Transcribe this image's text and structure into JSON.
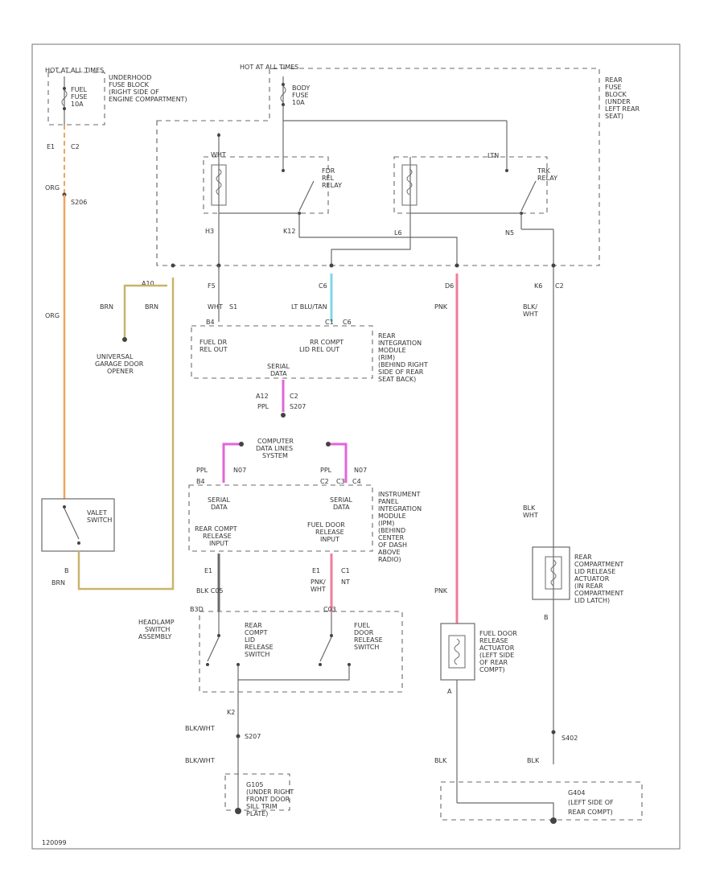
{
  "colors": {
    "orange": "#f3a35c",
    "tan": "#c9b46a",
    "cyan": "#7fd6e6",
    "pink": "#f07d9b",
    "magenta": "#e166d8"
  },
  "labels": {
    "hotAtAllTimesLeft": "HOT AT ALL TIMES",
    "underhoodFuseBlock": [
      "UNDERHOOD",
      "FUSE BLOCK",
      "(RIGHT SIDE OF",
      "ENGINE COMPARTMENT)"
    ],
    "fuelFuse": [
      "FUEL",
      "FUSE",
      "10A"
    ],
    "hotAtAllTimesTop": "HOT AT ALL TIMES",
    "bodyFuse": [
      "BODY",
      "FUSE",
      "10A"
    ],
    "rearFuseBlock": [
      "REAR",
      "FUSE",
      "BLOCK",
      "(UNDER",
      "LEFT REAR",
      "SEAT)"
    ],
    "e1c2": [
      "E1",
      "C2"
    ],
    "org1": "ORG",
    "s206": "S206",
    "org2": "ORG",
    "a10": "A10",
    "brn1": "BRN",
    "brn2": "BRN",
    "universalGarageDoorOpener": [
      "UNIVERSAL",
      "GARAGE DOOR",
      "OPENER"
    ],
    "valetSwitch": [
      "VALET",
      "SWITCH"
    ],
    "pinB": "B",
    "brn3": "BRN",
    "h3": "H3",
    "k12": "K12",
    "l6": "L6",
    "n5": "N5",
    "fdrRelRelay": [
      "FDR",
      "REL",
      "RELAY"
    ],
    "trkRelay": [
      "TRK",
      "RELAY"
    ],
    "wht1": "WHT",
    "ltn": "LTN",
    "f5": "F5",
    "whtS1": [
      "WHT",
      "S1"
    ],
    "c6": "C6",
    "ltBluTan": "LT BLU/TAN",
    "d6": "D6",
    "pnk1": "PNK",
    "k6c2": [
      "K6",
      "C2"
    ],
    "blkWht1": [
      "BLK/",
      "WHT"
    ],
    "b4c1c6": [
      "B4",
      "C1",
      "C6"
    ],
    "fuelDrRelOut": [
      "FUEL DR",
      "REL OUT"
    ],
    "rrComptLidRelOut": [
      "RR COMPT",
      "LID REL OUT"
    ],
    "rearIntegrationModule": [
      "REAR",
      "INTEGRATION",
      "MODULE",
      "(RIM)",
      "(BEHIND RIGHT",
      "SIDE OF REAR",
      "SEAT BACK)"
    ],
    "serialData1": [
      "SERIAL",
      "DATA"
    ],
    "a12c2": [
      "A12",
      "C2"
    ],
    "ppl1": "PPL",
    "s207": "S207",
    "computerDataLinesSystem": [
      "COMPUTER",
      "DATA LINES",
      "SYSTEM"
    ],
    "ppl2": "PPL",
    "n07": "N07",
    "ppl3": "PPL",
    "n07b": "N07",
    "b4c2c3c4": [
      "B4",
      "C2",
      "C3",
      "C4"
    ],
    "instrumentPanelModule": [
      "INSTRUMENT",
      "PANEL",
      "INTEGRATION",
      "MODULE",
      "(IPM)",
      "(BEHIND",
      "CENTER",
      "OF DASH",
      "ABOVE",
      "RADIO)"
    ],
    "serialData2": [
      "SERIAL",
      "DATA"
    ],
    "serialData3": [
      "SERIAL",
      "DATA"
    ],
    "rearComptReleaseInput": [
      "REAR COMPT",
      "RELEASE",
      "INPUT"
    ],
    "fuelDoorReleaseInput": [
      "FUEL DOOR",
      "RELEASE",
      "INPUT"
    ],
    "e1": "E1",
    "blkC05": "BLK C05",
    "e1c1": [
      "E1",
      "C1"
    ],
    "pnkWht": [
      "PNK/",
      "WHT"
    ],
    "nt": "NT",
    "pnk2": "PNK",
    "blk2": [
      "BLK",
      "WHT"
    ],
    "blkWht2": [
      "BLK/",
      "WHT"
    ],
    "headlampSwitchAssembly": [
      "HEADLAMP",
      "SWITCH",
      "ASSEMBLY"
    ],
    "rearComptLidReleaseSwitch": [
      "REAR",
      "COMPT",
      "LID",
      "RELEASE",
      "SWITCH"
    ],
    "fuelDoorReleaseSwitch": [
      "FUEL",
      "DOOR",
      "RELEASE",
      "SWITCH"
    ],
    "c03": "C03",
    "b3d": "B3D",
    "rearCompartmentLidReleaseActuator": [
      "REAR",
      "COMPARTMENT",
      "LID RELEASE",
      "ACTUATOR",
      "(IN REAR",
      "COMPARTMENT",
      "LID LATCH)"
    ],
    "pinB2": "B",
    "fuelDoorReleaseActuator": [
      "FUEL DOOR",
      "RELEASE",
      "ACTUATOR",
      "(LEFT SIDE",
      "OF REAR",
      "COMPT)"
    ],
    "pinA": "A",
    "k2": "K2",
    "blkWht3": "BLK/WHT",
    "s207b": "S207",
    "blkWht4": "BLK/WHT",
    "s402": "S402",
    "blk3": "BLK",
    "blk4": "BLK",
    "g105": [
      "G105",
      "(UNDER RIGHT",
      "FRONT DOOR",
      "SILL TRIM",
      "PLATE)"
    ],
    "g404": [
      "G404",
      "(LEFT SIDE OF",
      "REAR COMPT)"
    ],
    "footnote": "120099"
  }
}
